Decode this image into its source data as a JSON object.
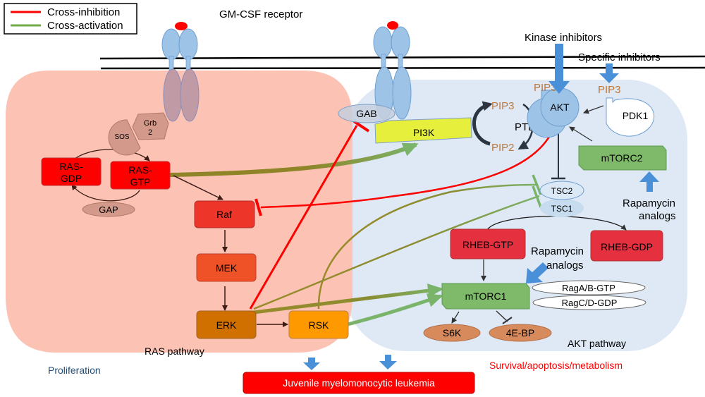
{
  "legend": {
    "items": [
      {
        "label": "Cross-inhibition",
        "color": "#ff0000"
      },
      {
        "label": "Cross-activation",
        "color": "#70ad47"
      }
    ]
  },
  "title": "GM-CSF receptor",
  "regions": {
    "ras": {
      "label": "RAS pathway",
      "outcome": "Proliferation"
    },
    "akt": {
      "label": "AKT pathway",
      "outcome": "Survival/apoptosis/metabolism"
    }
  },
  "nodes": {
    "grb2_line1": "Grb",
    "grb2_line2": "2",
    "sos": "SOS",
    "ras_gdp_line1": "RAS-",
    "ras_gdp_line2": "GDP",
    "ras_gtp_line1": "RAS-",
    "ras_gtp_line2": "GTP",
    "gap": "GAP",
    "raf": "Raf",
    "mek": "MEK",
    "erk": "ERK",
    "rsk": "RSK",
    "gab": "GAB",
    "pi3k": "PI3K",
    "pip3_cycle": "PIP3",
    "pip2_cycle": "PIP2",
    "pten": "PTEN",
    "pip3_akt": "PIP3",
    "akt": "AKT",
    "pip3_pdk1": "PIP3",
    "pdk1": "PDK1",
    "mtorc2": "mTORC2",
    "tsc2": "TSC2",
    "tsc1": "TSC1",
    "rheb_gtp": "RHEB-GTP",
    "rheb_gdp": "RHEB-GDP",
    "mtorc1": "mTORC1",
    "raga": "RagA/B-GTP",
    "ragc": "RagC/D-GDP",
    "s6k": "S6K",
    "eb4": "4E-BP"
  },
  "drugs": {
    "kinase_inhibitors": "Kinase inhibitors",
    "specific_inhibitors": "Specific inhibitors",
    "rapamycin_mtorc2_line1": "Rapamycin",
    "rapamycin_mtorc2_line2": "analogs",
    "rapamycin_mtorc1_line1": "Rapamycin",
    "rapamycin_mtorc1_line2": "analogs"
  },
  "disease": "Juvenile myelomonocytic leukemia",
  "colors": {
    "inhibition": "#ff0000",
    "activation": "#70ad47",
    "ras_region": "#fcc3b5",
    "akt_region": "#dee9f5",
    "drug_arrow": "#4a90d9",
    "pip_text": "#c0773a",
    "outcome_blue": "#1f4e79",
    "outcome_red": "#ff0000"
  }
}
